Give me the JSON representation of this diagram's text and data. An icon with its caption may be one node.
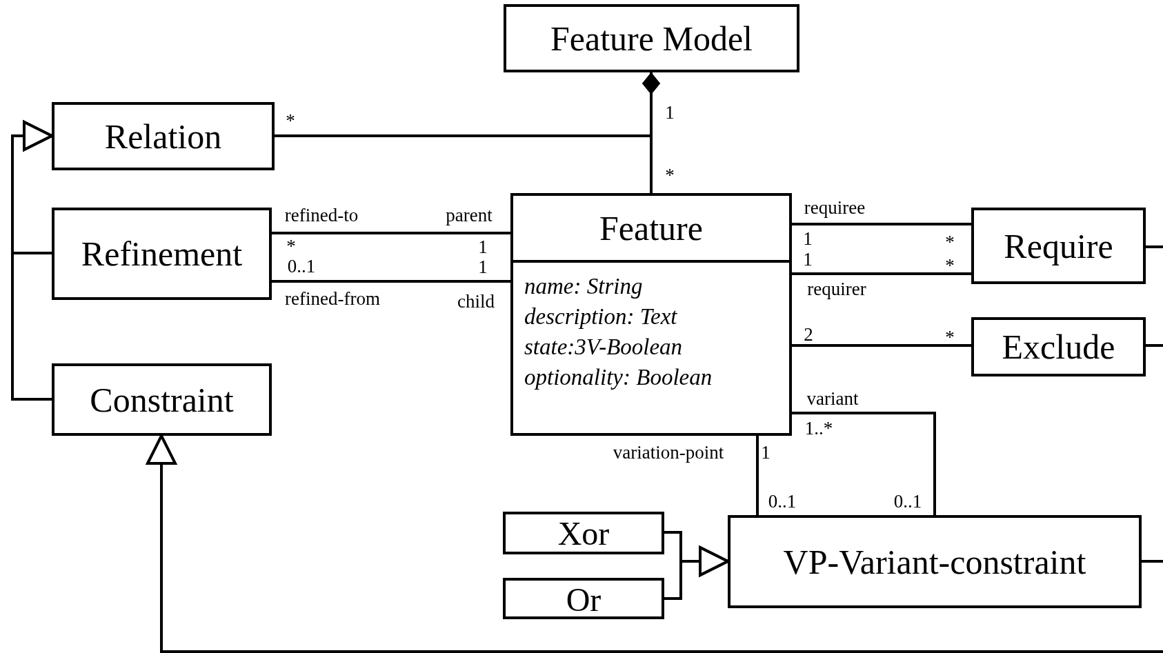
{
  "diagram": {
    "nodes": [
      {
        "text": [
          "Feature Model"
        ]
      },
      {
        "text": [
          "Relation"
        ]
      },
      {
        "text": [
          "Refinement"
        ]
      },
      {
        "text": [
          "Constraint"
        ]
      },
      {
        "text": [
          "Feature",
          "name: String",
          "description: Text",
          "state:3V-Boolean",
          "optionality: Boolean"
        ]
      },
      {
        "text": [
          "Require"
        ]
      },
      {
        "text": [
          "Exclude"
        ]
      },
      {
        "text": [
          "Xor"
        ]
      },
      {
        "text": [
          "Or"
        ]
      },
      {
        "text": [
          "VP-Variant-constraint"
        ]
      }
    ],
    "edges": [
      {
        "from": 4,
        "to": 0,
        "arrow": "other"
      },
      {
        "from": 1,
        "to": 0,
        "arrow": "other"
      },
      {
        "from": 2,
        "to": 1,
        "arrow": "to"
      },
      {
        "from": 3,
        "to": 1,
        "arrow": "to"
      },
      {
        "from": 2,
        "to": 4,
        "arrow": "none"
      },
      {
        "from": 2,
        "to": 4,
        "arrow": "none"
      },
      {
        "from": 4,
        "to": 5,
        "arrow": "none"
      },
      {
        "from": 4,
        "to": 5,
        "arrow": "none"
      },
      {
        "from": 4,
        "to": 6,
        "arrow": "none"
      },
      {
        "from": 4,
        "to": 9,
        "arrow": "none"
      },
      {
        "from": 4,
        "to": 9,
        "arrow": "none"
      },
      {
        "from": 7,
        "to": 9,
        "arrow": "to"
      },
      {
        "from": 8,
        "to": 9,
        "arrow": "to"
      },
      {
        "from": null,
        "to": 3,
        "arrow": "to"
      },
      {
        "from": 5,
        "to": null,
        "arrow": "none"
      },
      {
        "from": 6,
        "to": null,
        "arrow": "none"
      },
      {
        "from": 9,
        "to": null,
        "arrow": "none"
      }
    ],
    "labels": [
      "1",
      "*",
      "*",
      "refined-to",
      "parent",
      "*",
      "1",
      "0..1",
      "1",
      "refined-from",
      "child",
      "requiree",
      "1",
      "*",
      "1",
      "*",
      "requirer",
      "2",
      "*",
      "variant",
      "1..*",
      "variation-point",
      "1",
      "0..1",
      "0..1"
    ]
  }
}
